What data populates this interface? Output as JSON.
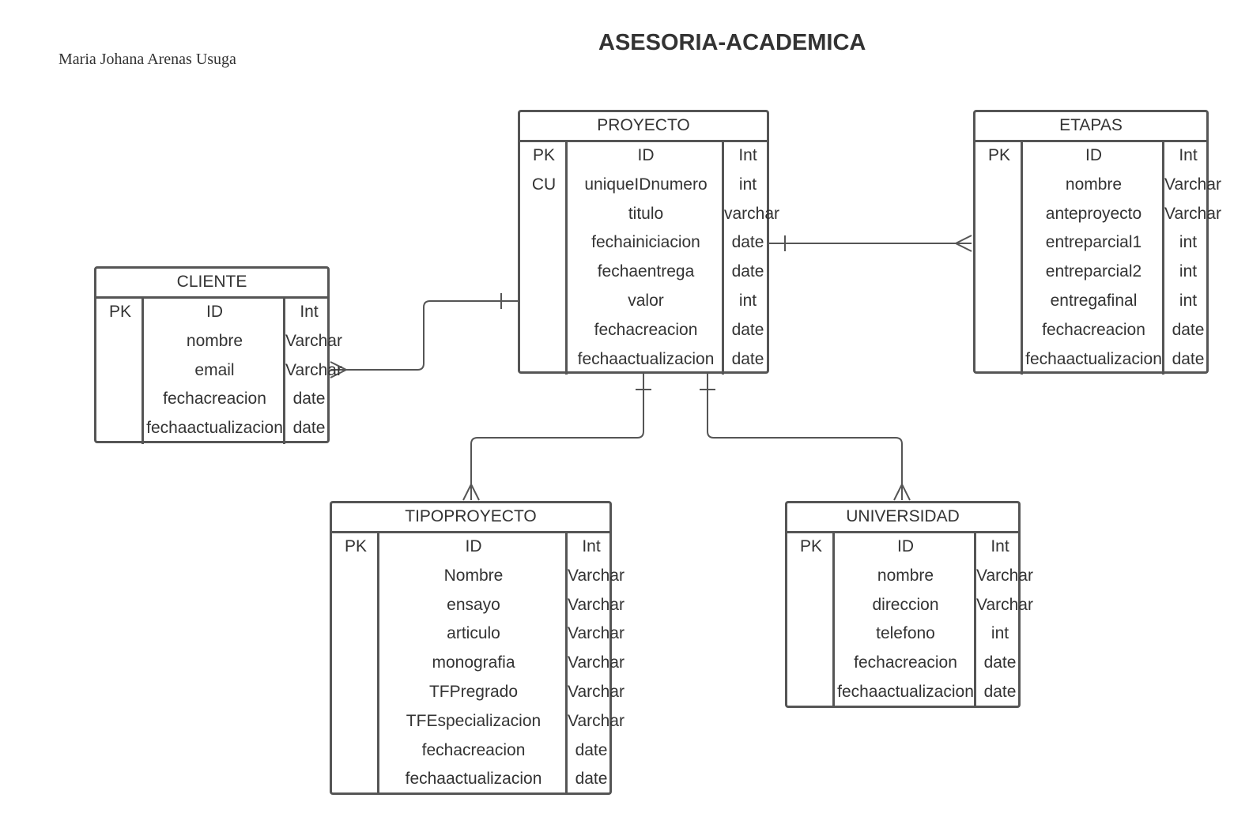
{
  "header": {
    "author": "Maria Johana Arenas Usuga",
    "title": "ASESORIA-ACADEMICA"
  },
  "colors": {
    "stroke": "#555555",
    "text": "#333333",
    "background": "#ffffff"
  },
  "entities": {
    "proyecto": {
      "name": "PROYECTO",
      "rows": [
        {
          "key": "PK",
          "field": "ID",
          "type": "Int"
        },
        {
          "key": "CU",
          "field": "uniqueIDnumero",
          "type": "int"
        },
        {
          "key": "",
          "field": "titulo",
          "type": "varchar"
        },
        {
          "key": "",
          "field": "fechainiciacion",
          "type": "date"
        },
        {
          "key": "",
          "field": "fechaentrega",
          "type": "date"
        },
        {
          "key": "",
          "field": "valor",
          "type": "int"
        },
        {
          "key": "",
          "field": "fechacreacion",
          "type": "date"
        },
        {
          "key": "",
          "field": "fechaactualizacion",
          "type": "date"
        }
      ]
    },
    "etapas": {
      "name": "ETAPAS",
      "rows": [
        {
          "key": "PK",
          "field": "ID",
          "type": "Int"
        },
        {
          "key": "",
          "field": "nombre",
          "type": "Varchar"
        },
        {
          "key": "",
          "field": "anteproyecto",
          "type": "Varchar"
        },
        {
          "key": "",
          "field": "entreparcial1",
          "type": "int"
        },
        {
          "key": "",
          "field": "entreparcial2",
          "type": "int"
        },
        {
          "key": "",
          "field": "entregafinal",
          "type": "int"
        },
        {
          "key": "",
          "field": "fechacreacion",
          "type": "date"
        },
        {
          "key": "",
          "field": "fechaactualizacion",
          "type": "date"
        }
      ]
    },
    "cliente": {
      "name": "CLIENTE",
      "rows": [
        {
          "key": "PK",
          "field": "ID",
          "type": "Int"
        },
        {
          "key": "",
          "field": "nombre",
          "type": "Varchar"
        },
        {
          "key": "",
          "field": "email",
          "type": "Varchar"
        },
        {
          "key": "",
          "field": "fechacreacion",
          "type": "date"
        },
        {
          "key": "",
          "field": "fechaactualizacion",
          "type": "date"
        }
      ]
    },
    "tipoproyecto": {
      "name": "TIPOPROYECTO",
      "rows": [
        {
          "key": "PK",
          "field": "ID",
          "type": "Int"
        },
        {
          "key": "",
          "field": "Nombre",
          "type": "Varchar"
        },
        {
          "key": "",
          "field": "ensayo",
          "type": "Varchar"
        },
        {
          "key": "",
          "field": "articulo",
          "type": "Varchar"
        },
        {
          "key": "",
          "field": "monografia",
          "type": "Varchar"
        },
        {
          "key": "",
          "field": "TFPregrado",
          "type": "Varchar"
        },
        {
          "key": "",
          "field": "TFEspecializacion",
          "type": "Varchar"
        },
        {
          "key": "",
          "field": "fechacreacion",
          "type": "date"
        },
        {
          "key": "",
          "field": "fechaactualizacion",
          "type": "date"
        }
      ]
    },
    "universidad": {
      "name": "UNIVERSIDAD",
      "rows": [
        {
          "key": "PK",
          "field": "ID",
          "type": "Int"
        },
        {
          "key": "",
          "field": "nombre",
          "type": "Varchar"
        },
        {
          "key": "",
          "field": "direccion",
          "type": "Varchar"
        },
        {
          "key": "",
          "field": "telefono",
          "type": "int"
        },
        {
          "key": "",
          "field": "fechacreacion",
          "type": "date"
        },
        {
          "key": "",
          "field": "fechaactualizacion",
          "type": "date"
        }
      ]
    }
  },
  "relationships": [
    {
      "from": "proyecto",
      "from_end": "one",
      "to": "etapas",
      "to_end": "many"
    },
    {
      "from": "proyecto",
      "from_end": "one",
      "to": "cliente",
      "to_end": "many"
    },
    {
      "from": "proyecto",
      "from_end": "one",
      "to": "tipoproyecto",
      "to_end": "many"
    },
    {
      "from": "proyecto",
      "from_end": "one",
      "to": "universidad",
      "to_end": "many"
    }
  ]
}
